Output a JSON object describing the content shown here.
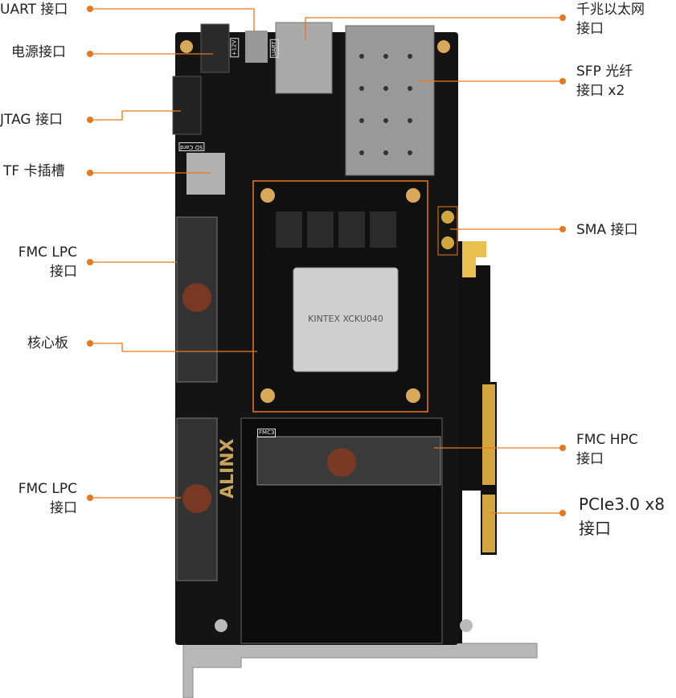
{
  "accent_color": "#e8771e",
  "labels": {
    "uart": "UART 接口",
    "power": "电源接口",
    "jtag": "JTAG 接口",
    "tf": "TF 卡插槽",
    "fmc_lpc_1": [
      "FMC LPC",
      "接口"
    ],
    "core": "核心板",
    "fmc_lpc_2": [
      "FMC LPC",
      "接口"
    ],
    "ethernet": [
      "千兆以太网",
      "接口"
    ],
    "sfp": [
      "SFP 光纤",
      "接口 x2"
    ],
    "sma": "SMA 接口",
    "fmc_hpc": [
      "FMC HPC",
      "接口"
    ],
    "pcie": [
      "PCIe3.0 x8",
      "接口"
    ]
  },
  "board": {
    "brand": "ALINX",
    "chip_brand": "KINTEX",
    "chip_model": "XCKU040",
    "silk": {
      "sd": "SD Card",
      "uart": "UART",
      "power": "+12V",
      "fmc3": "FMC3"
    }
  }
}
